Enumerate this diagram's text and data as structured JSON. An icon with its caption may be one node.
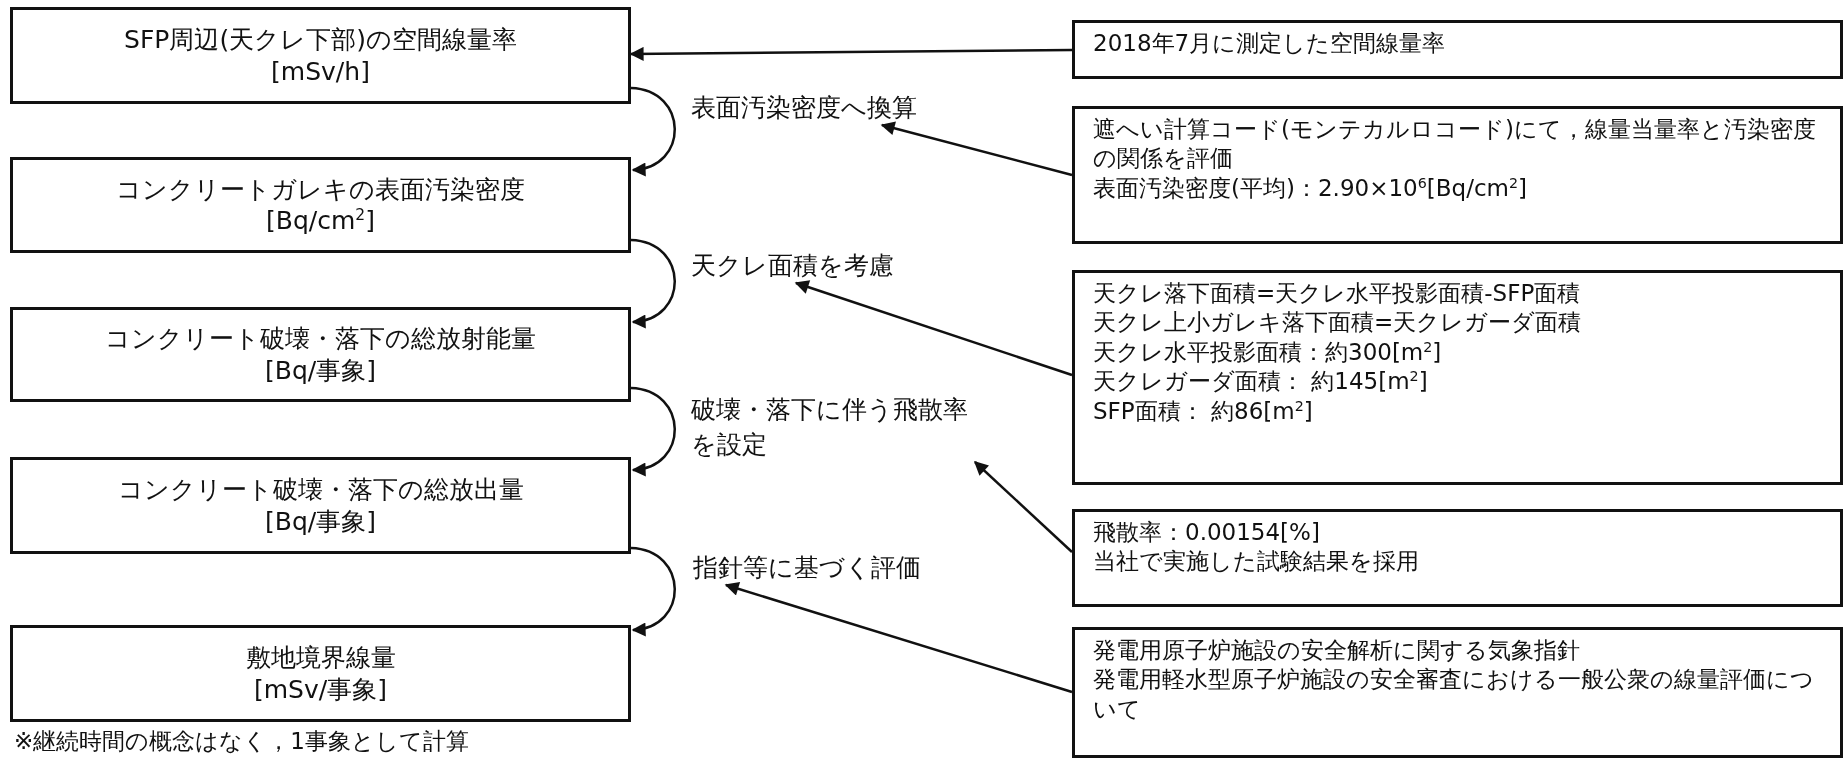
{
  "diagram": {
    "nodes": [
      {
        "text": [
          "SFP周辺(天クレ下部)の空間線量率",
          "[mSv/h]"
        ]
      },
      {
        "text": [
          "コンクリートガレキの表面汚染密度",
          "[Bq/cm$^{2}$]"
        ]
      },
      {
        "text": [
          "コンクリート破壊・落下の総放射能量",
          "[Bq/事象]"
        ]
      },
      {
        "text": [
          "コンクリート破壊・落下の総放出量",
          "[Bq/事象]"
        ]
      },
      {
        "text": [
          "敷地境界線量",
          "[mSv/事象]"
        ]
      },
      {
        "text": [
          "表面汚染密度へ換算"
        ]
      },
      {
        "text": [
          "天クレ面積を考慮"
        ]
      },
      {
        "text": [
          "破壊・落下に伴う飛散率を設定"
        ]
      },
      {
        "text": [
          "指針等に基づく評価"
        ]
      },
      {
        "text": [
          "2018年7月に測定した空間線量率"
        ]
      },
      {
        "text": [
          "遮へい計算コード(モンテカルロコード)にて，線量当量率と汚染密度の関係を評価",
          "表面汚染密度(平均)：2.90×10$^{6}$[Bq/cm$^{2}$]"
        ]
      },
      {
        "text": [
          "天クレ落下面積=天クレ水平投影面積-SFP面積",
          "天クレ上小ガレキ落下面積=天クレガーダ面積",
          "天クレ水平投影面積：約300[m$^{2}$]",
          "天クレガーダ面積： 約145[m$^{2}$]",
          "SFP面積： 約86[m$^{2}$]"
        ]
      },
      {
        "text": [
          "飛散率：0.00154[%]",
          "当社で実施した試験結果を採用"
        ]
      },
      {
        "text": [
          "発電用原子炉施設の安全解析に関する気象指針",
          "発電用軽水型原子炉施設の安全審査における一般公衆の線量評価について"
        ]
      }
    ],
    "edges": [
      {
        "from": 0,
        "to": 1,
        "arrow": "to"
      },
      {
        "from": 1,
        "to": 2,
        "arrow": "to"
      },
      {
        "from": 2,
        "to": 3,
        "arrow": "to"
      },
      {
        "from": 3,
        "to": 4,
        "arrow": "to"
      },
      {
        "from": 9,
        "to": 0,
        "arrow": "to"
      },
      {
        "from": 10,
        "to": 5,
        "arrow": "to"
      },
      {
        "from": 11,
        "to": 6,
        "arrow": "to"
      },
      {
        "from": 12,
        "to": 7,
        "arrow": "to"
      },
      {
        "from": 13,
        "to": 8,
        "arrow": "to"
      }
    ],
    "labels": [
      "※継続時間の概念はなく，1事象として計算"
    ]
  }
}
